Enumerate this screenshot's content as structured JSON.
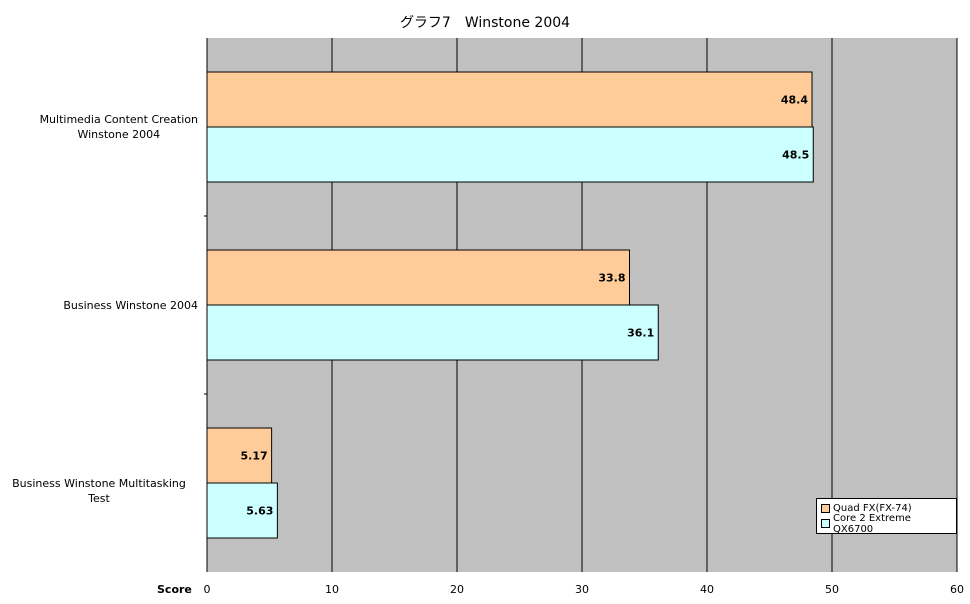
{
  "chart_data": {
    "type": "bar",
    "orientation": "horizontal",
    "title": "グラフ7　Winstone 2004",
    "xlabel": "Score",
    "xlim": [
      0,
      60
    ],
    "xticks": [
      0,
      10,
      20,
      30,
      40,
      50,
      60
    ],
    "grid": true,
    "legend_position": "bottom-right",
    "categories": [
      [
        "Multimedia Content Creation",
        "Winstone 2004"
      ],
      [
        "Business Winstone 2004"
      ],
      [
        "Business Winstone Multitasking Test"
      ]
    ],
    "series": [
      {
        "name": "Quad FX(FX-74)",
        "values": [
          48.4,
          33.8,
          5.17
        ],
        "labels": [
          "48.4",
          "33.8",
          "5.17"
        ],
        "color": "#FFCC99"
      },
      {
        "name": "Core 2 Extreme QX6700",
        "values": [
          48.5,
          36.1,
          5.63
        ],
        "labels": [
          "48.5",
          "36.1",
          "5.63"
        ],
        "color": "#CCFFFF"
      }
    ],
    "plot_background": "#C0C0C0"
  }
}
